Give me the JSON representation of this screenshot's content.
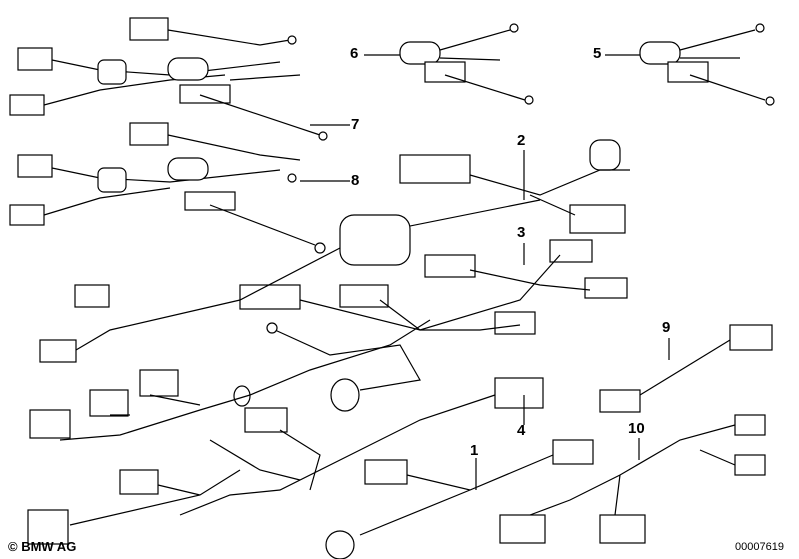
{
  "callouts": {
    "p1": "1",
    "p2": "2",
    "p3": "3",
    "p4": "4",
    "p5": "5",
    "p6": "6",
    "p7": "7",
    "p8": "8",
    "p9": "9",
    "p10": "10"
  },
  "footer": {
    "copyright": "© BMW AG",
    "diagram_number": "00007619"
  }
}
